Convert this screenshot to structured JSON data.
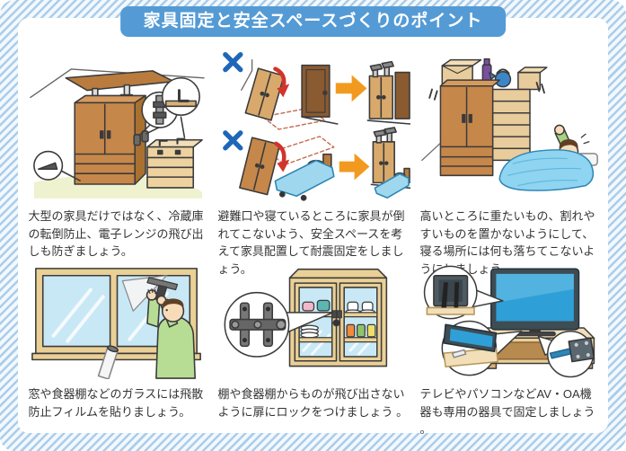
{
  "page": {
    "title": "家具固定と安全スペースづくりのポイント"
  },
  "panels": [
    {
      "id": "furniture-bracing",
      "caption": "大型の家具だけではなく、冷蔵庫の転倒防止、電子レンジの飛び出しも防ぎましょう。"
    },
    {
      "id": "safe-space-layout",
      "caption": "避難口や寝ているところに家具が倒れてこないよう、安全スペースを考えて家具配置して耐震固定をしましょう。"
    },
    {
      "id": "no-heavy-items-high",
      "caption": "高いところに重たいもの、割れやすいものを置かないようにして、寝る場所には何も落ちてこないようにしましょう。"
    },
    {
      "id": "window-film",
      "caption": "窓や食器棚などのガラスには飛散防止フィルムを貼りましょう。"
    },
    {
      "id": "cabinet-lock",
      "caption": "棚や食器棚からものが飛び出さないように扉にロックをつけましょう 。"
    },
    {
      "id": "av-equipment-fixing",
      "caption": "テレビやパソコンなどAV・OA機器も専用の器具で固定しましょう 。"
    }
  ],
  "colors": {
    "banner_blue": "#549bd5",
    "border_stripe_blue": "#aacdea",
    "text": "#333333",
    "wood_brown": "#c6874a",
    "wood_light": "#e8cc9c",
    "x_mark_blue": "#1e67b8",
    "warning_arrow_red": "#d1342b",
    "flow_arrow_orange": "#f29a1f",
    "bedding_blue": "#9fd8ee",
    "glass_blue": "#c9e8f6",
    "floor_green": "#eef2ce"
  }
}
